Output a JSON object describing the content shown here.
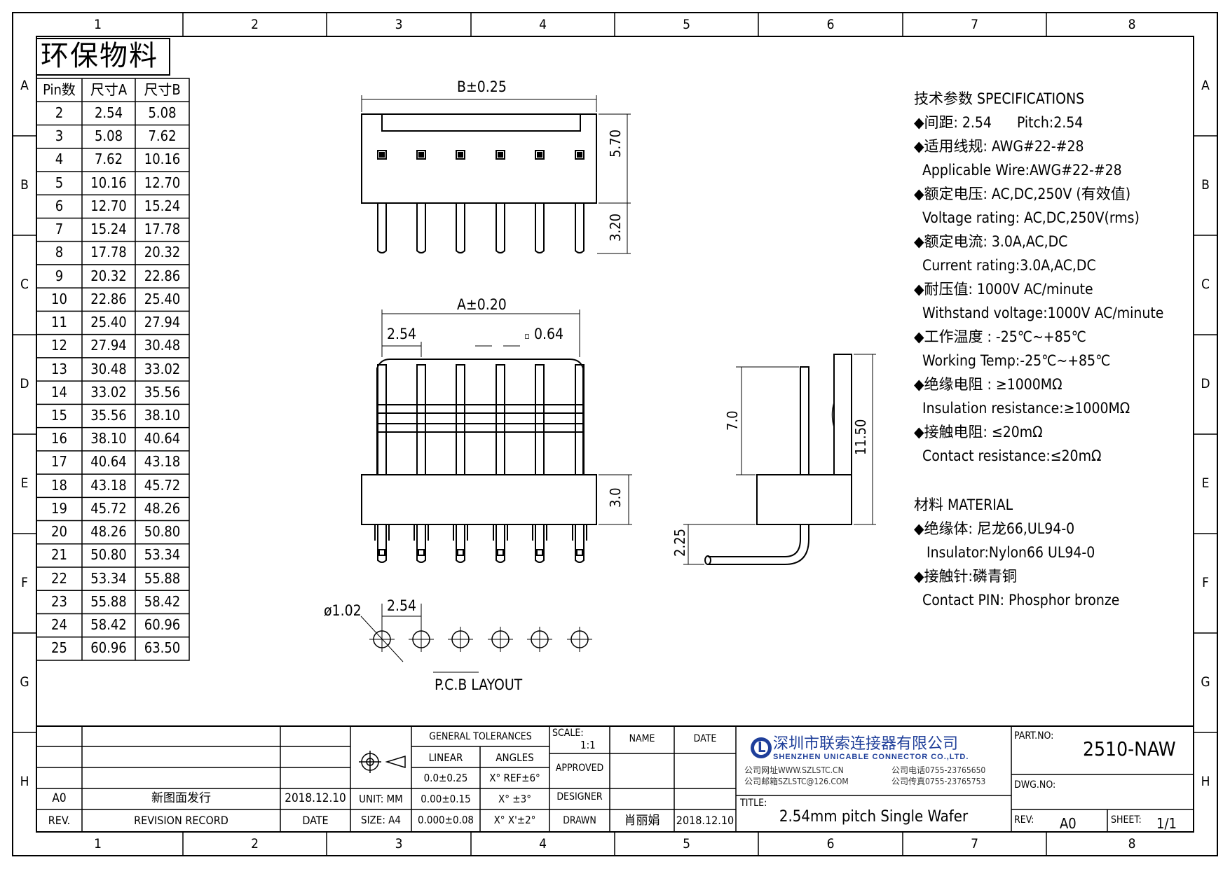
{
  "sheet": {
    "col_labels": [
      "1",
      "2",
      "3",
      "4",
      "5",
      "6",
      "7",
      "8"
    ],
    "row_labels": [
      "A",
      "B",
      "C",
      "D",
      "E",
      "F",
      "G",
      "H"
    ]
  },
  "stamp": "环保物料",
  "size_table": {
    "headers": [
      "Pin数",
      "尺寸A",
      "尺寸B"
    ],
    "rows": [
      [
        "2",
        "2.54",
        "5.08"
      ],
      [
        "3",
        "5.08",
        "7.62"
      ],
      [
        "4",
        "7.62",
        "10.16"
      ],
      [
        "5",
        "10.16",
        "12.70"
      ],
      [
        "6",
        "12.70",
        "15.24"
      ],
      [
        "7",
        "15.24",
        "17.78"
      ],
      [
        "8",
        "17.78",
        "20.32"
      ],
      [
        "9",
        "20.32",
        "22.86"
      ],
      [
        "10",
        "22.86",
        "25.40"
      ],
      [
        "11",
        "25.40",
        "27.94"
      ],
      [
        "12",
        "27.94",
        "30.48"
      ],
      [
        "13",
        "30.48",
        "33.02"
      ],
      [
        "14",
        "33.02",
        "35.56"
      ],
      [
        "15",
        "35.56",
        "38.10"
      ],
      [
        "16",
        "38.10",
        "40.64"
      ],
      [
        "17",
        "40.64",
        "43.18"
      ],
      [
        "18",
        "43.18",
        "45.72"
      ],
      [
        "19",
        "45.72",
        "48.26"
      ],
      [
        "20",
        "48.26",
        "50.80"
      ],
      [
        "21",
        "50.80",
        "53.34"
      ],
      [
        "22",
        "53.34",
        "55.88"
      ],
      [
        "23",
        "55.88",
        "58.42"
      ],
      [
        "24",
        "58.42",
        "60.96"
      ],
      [
        "25",
        "60.96",
        "63.50"
      ]
    ]
  },
  "dimensions": {
    "b": "B±0.25",
    "h570": "5.70",
    "h320": "3.20",
    "a": "A±0.20",
    "p254": "2.54",
    "sq064": "0.64",
    "h30": "3.0",
    "h70": "7.0",
    "h1150": "11.50",
    "h225": "2.25",
    "dia": "ø1.02",
    "pcb254": "2.54"
  },
  "pcb_title": "P.C.B LAYOUT",
  "specs": {
    "heading": "技术参数  SPECIFICATIONS",
    "lines": [
      "◆间距: 2.54      Pitch:2.54",
      "◆适用线规: AWG#22-#28",
      "  Applicable Wire:AWG#22-#28",
      "◆额定电压: AC,DC,250V (有效值)",
      "  Voltage rating: AC,DC,250V(rms)",
      "◆额定电流: 3.0A,AC,DC",
      "  Current rating:3.0A,AC,DC",
      "◆耐压值: 1000V AC/minute",
      "  Withstand voltage:1000V AC/minute",
      "◆工作温度 : -25℃~+85℃",
      "  Working Temp:-25℃~+85℃",
      "◆绝缘电阻 : ≥1000MΩ",
      "  Insulation resistance:≥1000MΩ",
      "◆接触电阻: ≤20mΩ",
      "  Contact resistance:≤20mΩ"
    ]
  },
  "material": {
    "heading": "材料  MATERIAL",
    "lines": [
      "◆绝缘体: 尼龙66,UL94-0",
      "   Insulator:Nylon66 UL94-0",
      "◆接触针:磷青铜",
      "  Contact PIN: Phosphor bronze"
    ]
  },
  "title_block": {
    "rev_value": "A0",
    "revision_text": "新图面发行",
    "rev_date": "2018.12.10",
    "rev_hdr": "REV.",
    "revision_record_hdr": "REVISION RECORD",
    "date_hdr": "DATE",
    "unit": "UNIT: MM",
    "size": "SIZE: A4",
    "gen_tol": "GENERAL TOLERANCES",
    "linear": "LINEAR",
    "angles": "ANGLES",
    "lin1": "0.0±0.25",
    "lin2": "0.00±0.15",
    "lin3": "0.000±0.08",
    "ang1": "X° REF±6°",
    "ang2": "X° ±3°",
    "ang3": "X° X'±2°",
    "scale_lbl": "SCALE:",
    "scale_val": "1:1",
    "name_hdr": "NAME",
    "date2_hdr": "DATE",
    "approved": "APPROVED",
    "designer": "DESIGNER",
    "drawn": "DRAWN",
    "drawn_name": "肖丽娟",
    "drawn_date": "2018.12.10",
    "company_cn": "深圳市联索连接器有限公司",
    "company_en": "SHENZHEN UNICABLE CONNECTOR CO.,LTD.",
    "web": "公司网址WWW.SZLSTC.CN",
    "phone": "公司电话0755-23765650",
    "email": "公司邮箱SZLSTC@126.COM",
    "fax": "公司传真0755-23765753",
    "logo_letter": "L",
    "title_lbl": "TITLE:",
    "title_val": "2.54mm pitch Single Wafer",
    "part_lbl": "PART.NO:",
    "part_val": "2510-NAW",
    "dwg_lbl": "DWG.NO:",
    "rev_lbl": "REV:",
    "rev_val2": "A0",
    "sheet_lbl": "SHEET:",
    "sheet_val": "1/1"
  },
  "colors": {
    "line": "#000000",
    "logo": "#1f3f9a"
  }
}
